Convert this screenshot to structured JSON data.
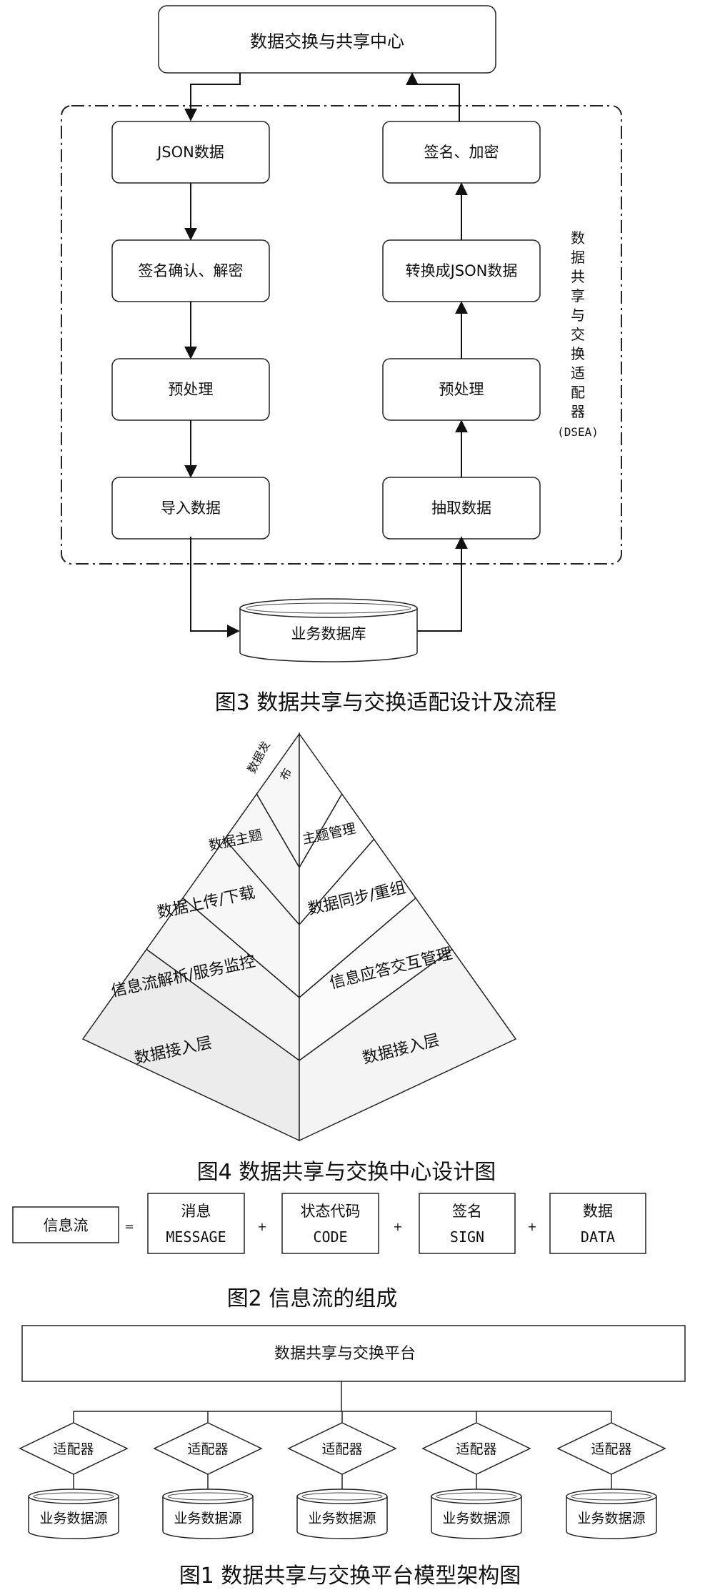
{
  "fig3": {
    "center": "数据交换与共享中心",
    "left_steps": [
      "JSON数据",
      "签名确认、解密",
      "预处理",
      "导入数据"
    ],
    "right_steps": [
      "签名、加密",
      "转换成JSON数据",
      "预处理",
      "抽取数据"
    ],
    "adapter_label": "数据共享与交换适配器",
    "adapter_abbr": "(DSEA)",
    "database": "业务数据库",
    "caption": "图3  数据共享与交换适配设计及流程"
  },
  "fig4": {
    "left_faces": [
      "数据发",
      "数据主题",
      "数据上传/下载",
      "信息流解析/服务监控",
      "数据接入层"
    ],
    "right_faces": [
      "布",
      "主题管理",
      "数据同步/重组",
      "信息应答交互管理",
      "数据接入层"
    ],
    "caption": "图4  数据共享与交换中心设计图"
  },
  "fig2": {
    "info_flow": "信息流",
    "equals": "=",
    "plus": "+",
    "parts": [
      {
        "cn": "消息",
        "en": "MESSAGE"
      },
      {
        "cn": "状态代码",
        "en": "CODE"
      },
      {
        "cn": "签名",
        "en": "SIGN"
      },
      {
        "cn": "数据",
        "en": "DATA"
      }
    ],
    "caption": "图2  信息流的组成"
  },
  "fig1": {
    "platform": "数据共享与交换平台",
    "adapter": "适配器",
    "source": "业务数据源",
    "count": 5,
    "caption": "图1  数据共享与交换平台模型架构图"
  }
}
